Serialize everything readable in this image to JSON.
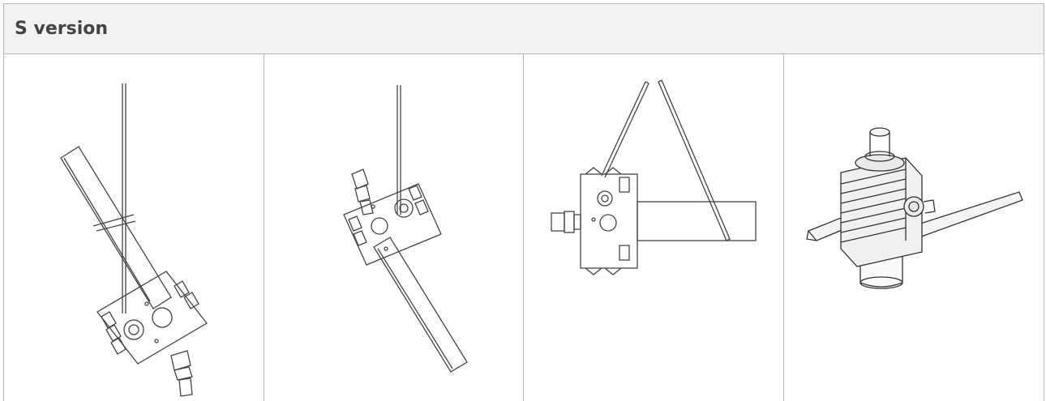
{
  "table": {
    "title": "S version"
  },
  "drawings": [
    {
      "id": "view-1",
      "label": ""
    },
    {
      "id": "view-2",
      "label": ""
    },
    {
      "id": "view-3",
      "label": ""
    },
    {
      "id": "view-4",
      "label": ""
    }
  ],
  "colors": {
    "header_bg": "#f2f2f2",
    "border": "#b8b8b8",
    "title": "#444444",
    "line": "#444444"
  }
}
